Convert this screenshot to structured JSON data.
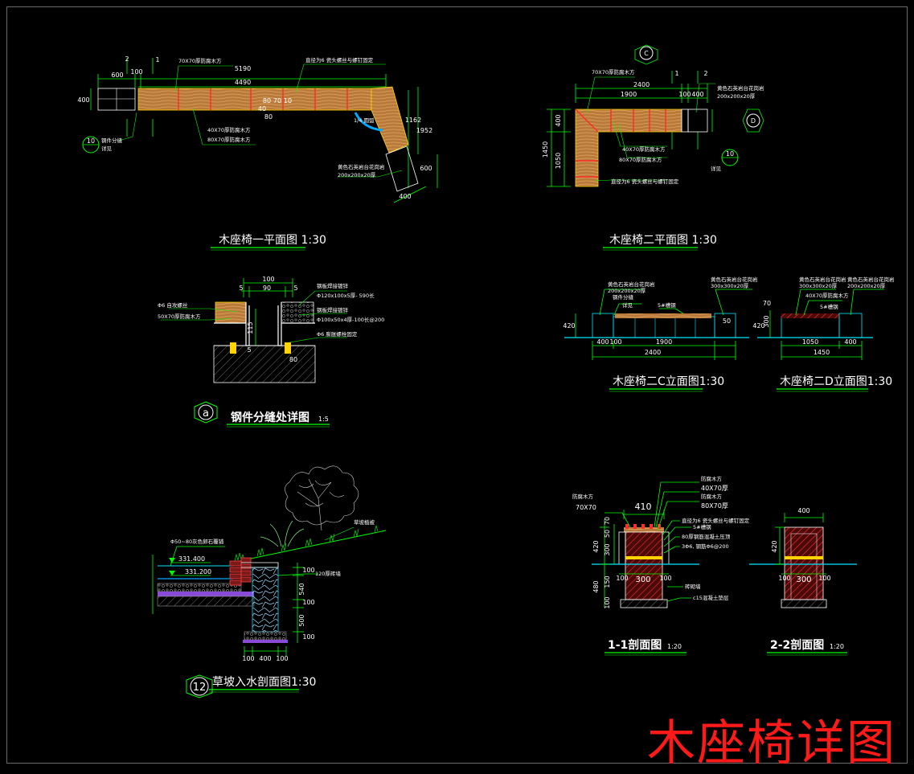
{
  "main_title": "木座椅详图",
  "colors": {
    "background": "#000000",
    "dim_green": "#00ff00",
    "wood": "#c8843a",
    "accent_red": "#ff2a2a",
    "cyan": "#00e5ff",
    "yellow": "#ffd400",
    "white": "#ffffff"
  },
  "views": {
    "plan1": {
      "title": "木座椅一平面图 1:30",
      "dims": {
        "d2": "2",
        "d1": "1",
        "d600": "600",
        "d100": "100",
        "d5190": "5190",
        "d4490": "4490",
        "d400": "400",
        "d1162": "1162",
        "d1952": "1952",
        "d600b": "600",
        "d400b": "400",
        "d80a": "80",
        "d70a": "70",
        "d10": "10",
        "d80b": "80",
        "d40": "40"
      },
      "notes": {
        "top1": "70X70厚防腐木方",
        "top2": "直径为6 瓷头螺丝与螺钉固定",
        "mid1": "40X70厚防腐木方",
        "mid2": "80X70厚防腐木方",
        "left1": "钢件分缝",
        "left2": "详见",
        "right1": "黄色石英岩台花岗岩",
        "right2": "200x200x20厚",
        "arc": "1/4 圆弧"
      },
      "callout": "10"
    },
    "plan2": {
      "title": "木座椅二平面图 1:30",
      "dims": {
        "d2400": "2400",
        "d1900": "1900",
        "d100": "100",
        "d400": "400",
        "d1450": "1450",
        "d1050": "1050",
        "d400b": "400",
        "d2": "2",
        "d1": "1"
      },
      "notes": {
        "top1": "70X70厚防腐木方",
        "r1": "黄色石英岩台花岗岩",
        "r2": "200x200x20厚",
        "m1": "40X70厚防腐木方",
        "m2": "80X70厚防腐木方",
        "b1": "直径为6 瓷头螺丝与螺钉固定",
        "see": "详见"
      },
      "markC": "C",
      "markD": "D",
      "callout": "10"
    },
    "detail_a": {
      "title": "钢件分缝处详图",
      "scale": "1:5",
      "mark": "a",
      "dims": {
        "d100": "100",
        "d5a": "5",
        "d90": "90",
        "d5b": "5",
        "d115": "115",
        "d5c": "5",
        "d80": "80"
      },
      "notes": {
        "l1": "Φ6 自攻螺丝",
        "l2": "50X70厚防腐木方",
        "r1": "钢板焊接镀锌",
        "r2": "Φ120x100x5厚- 590长",
        "r3": "钢板焊接镀锌",
        "r4": "Φ100x50x4厚-100长@200",
        "r5": "Φ6 膨胀螺栓固定"
      }
    },
    "elevC": {
      "title": "木座椅二C立面图1:30",
      "dims": {
        "d420": "420",
        "d400": "400",
        "d100": "100",
        "d1900": "1900",
        "d2400": "2400",
        "d50": "50"
      },
      "notes": {
        "a1": "黄色石英岩台花岗岩",
        "a2": "200x200x20厚",
        "a3": "钢件分缝",
        "a4": "详见",
        "b1": "黄色石英岩台花岗岩",
        "b2": "300x300x20厚",
        "c1": "5#槽钢"
      }
    },
    "elevD": {
      "title": "木座椅二D立面图1:30",
      "dims": {
        "d420": "420",
        "d300": "300",
        "d70": "70",
        "d1050": "1050",
        "d400": "400",
        "d1450": "1450"
      },
      "notes": {
        "a1": "黄色石英岩台花岗岩",
        "a2": "300x300x20厚",
        "a3": "40X70厚防腐木方",
        "b1": "黄色石英岩台花岗岩",
        "b2": "200x200x20厚",
        "c1": "5#槽钢"
      }
    },
    "section12": {
      "title": "草坡入水剖面图1:30",
      "mark": "12",
      "levels": {
        "l1": "331.400",
        "l2": "331.200"
      },
      "dims": {
        "d100a": "100",
        "d540": "540",
        "d100b": "100",
        "d500": "500",
        "d100c": "100",
        "d400": "400",
        "d100d": "100"
      },
      "notes": {
        "n1": "Φ50~80灰色卵石覆铺",
        "n2": "120厚砖墙",
        "n3": "草坡植被"
      }
    },
    "section11": {
      "title": "1-1剖面图",
      "scale": "1:20",
      "dims": {
        "d410": "410",
        "d70": "70",
        "d50": "50",
        "d300": "300",
        "d420": "420",
        "d480": "480",
        "d100a": "100",
        "d300b": "300",
        "d100b": "100",
        "d150": "150",
        "d100c": "100"
      },
      "notes": {
        "l1": "防腐木方",
        "l2": "70X70",
        "r1": "防腐木方",
        "r2": "40X70厚",
        "r3": "防腐木方",
        "r4": "80X70厚",
        "r5": "直径为6 瓷头螺丝与螺钉固定",
        "r6": "5#槽钢",
        "r7": "80厚钢筋混凝土压顶",
        "r8": "3Φ6, 钢筋Φ6@200",
        "r9": "砖砌墙",
        "r10": "c15混凝土垫层"
      }
    },
    "section22": {
      "title": "2-2剖面图",
      "scale": "1:20",
      "dims": {
        "d400": "400",
        "d420": "420",
        "d100a": "100",
        "d300": "300",
        "d100b": "100"
      }
    }
  }
}
